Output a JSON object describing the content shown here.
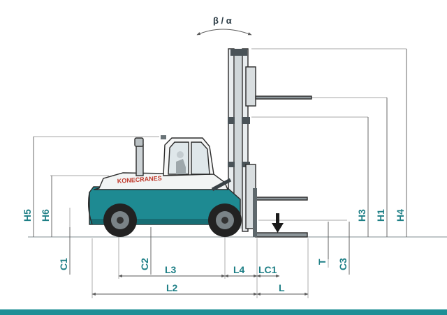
{
  "brand": {
    "logo_text": "KONECRANES",
    "accent": "#1e8a92",
    "bottom_bar": "#1f8f96"
  },
  "labels": {
    "beta_alpha": "β / α",
    "h1": "H1",
    "h3": "H3",
    "h4": "H4",
    "h5": "H5",
    "h6": "H6",
    "c1": "C1",
    "c2": "C2",
    "c3": "C3",
    "t": "T",
    "l": "L",
    "l2": "L2",
    "l3": "L3",
    "l4": "L4",
    "lc1": "LC1"
  }
}
